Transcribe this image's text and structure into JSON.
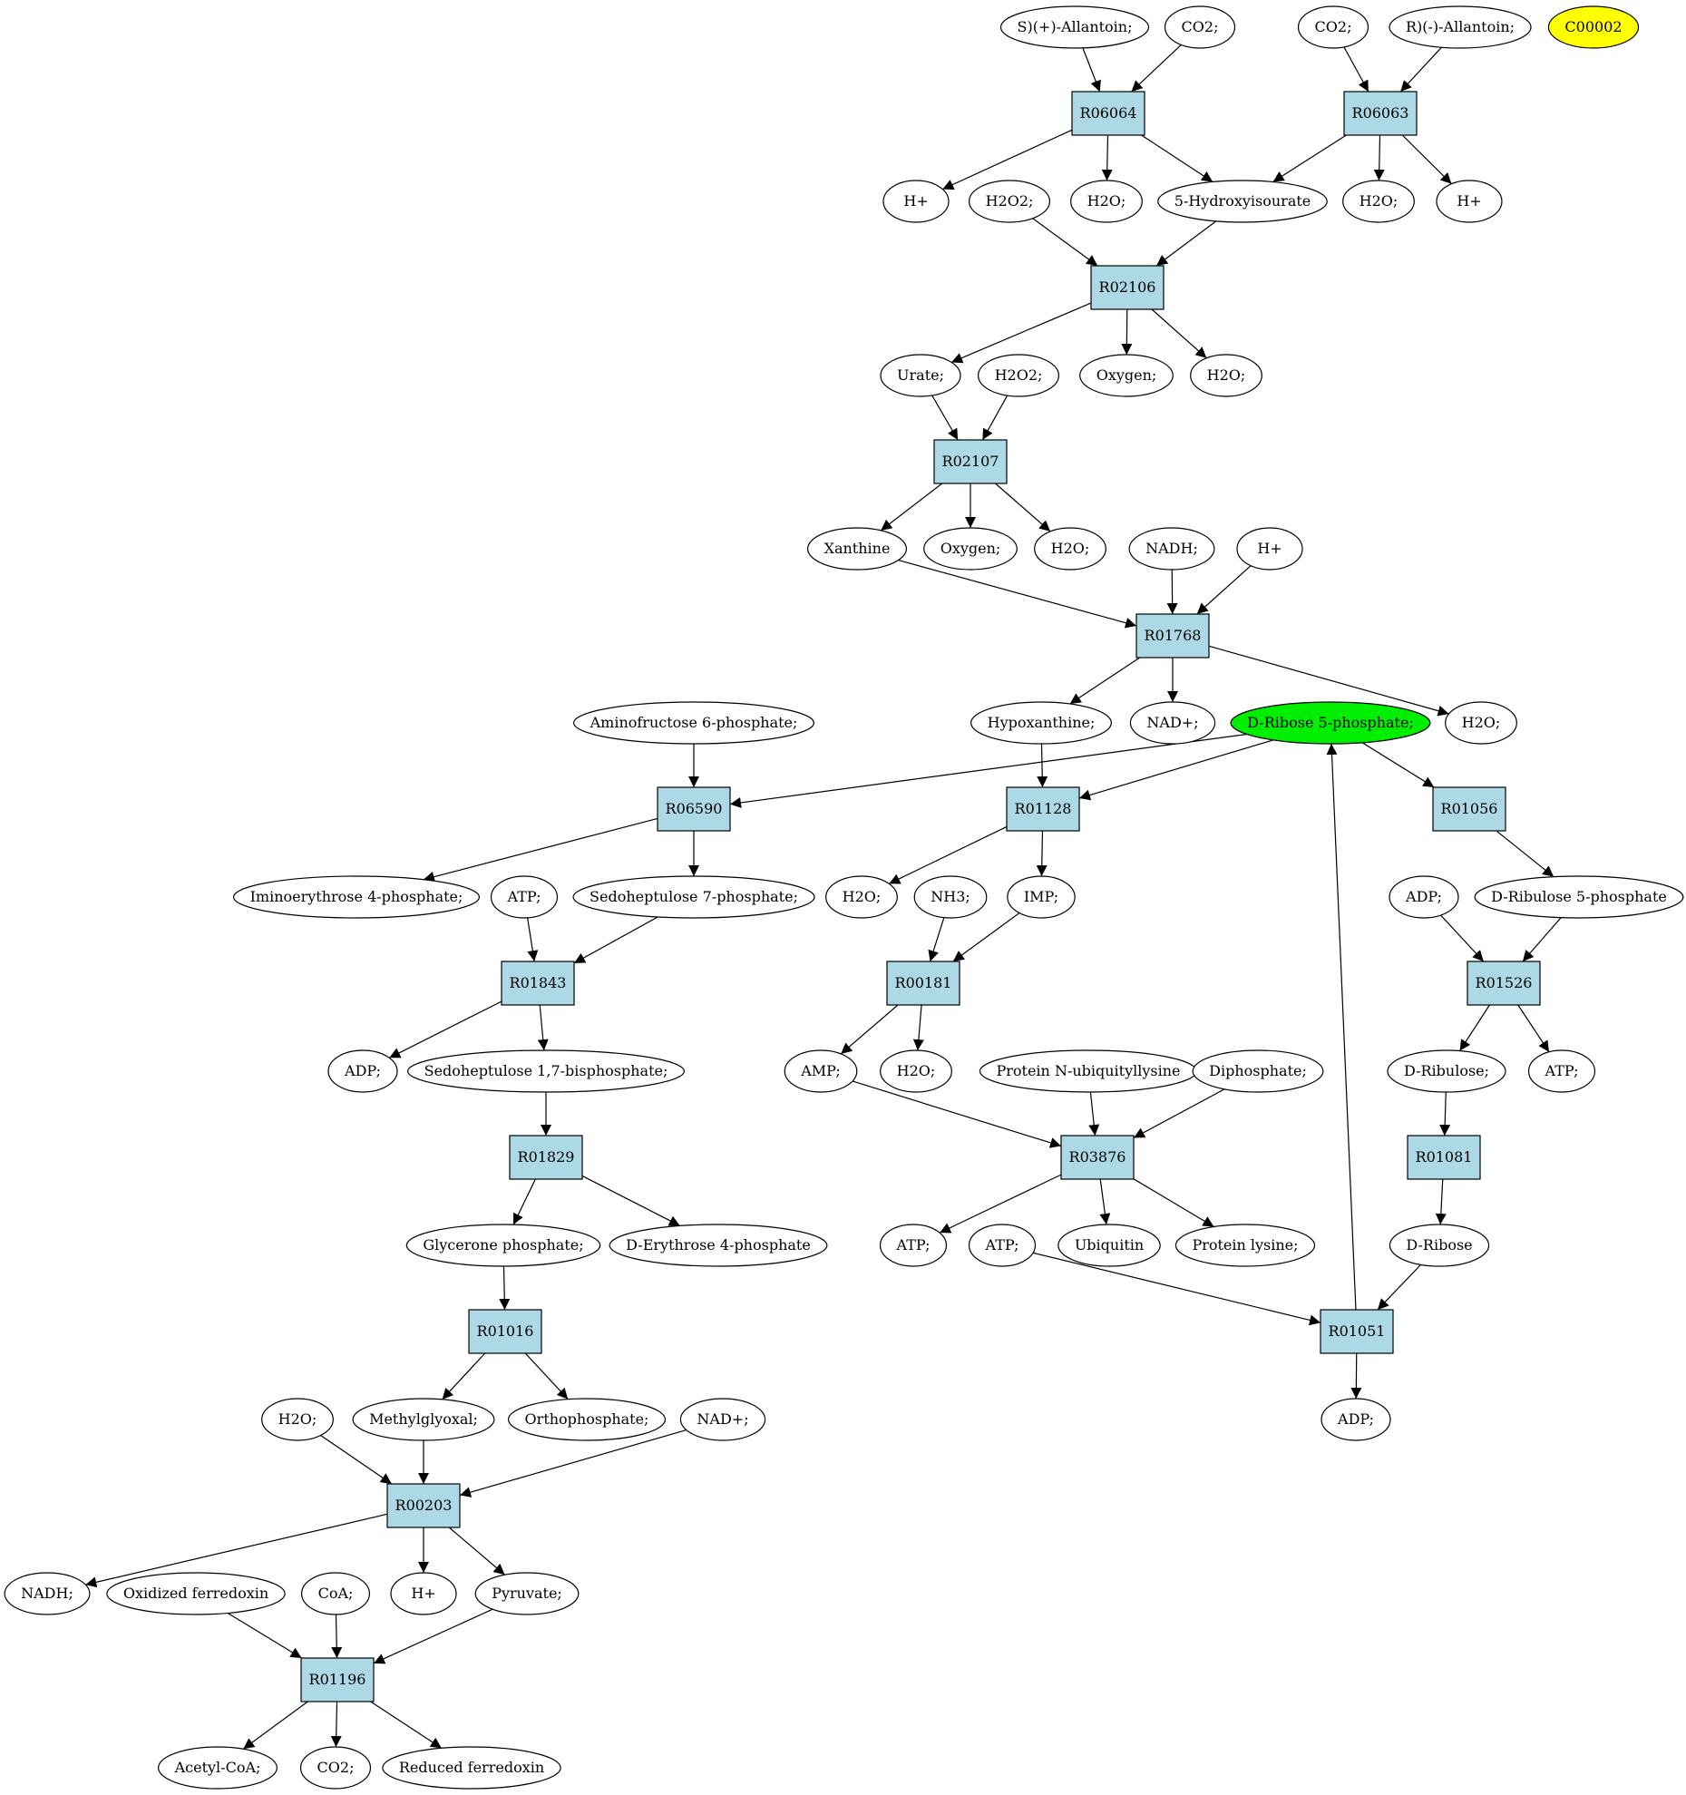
{
  "colors": {
    "reaction": "#add8e6",
    "compound": "#ffffff",
    "highlight_green": "#00ee00",
    "highlight_yellow": "#ffff00"
  },
  "nodes": [
    {
      "id": "s_allantoin",
      "label": "S)(+)-Allantoin;",
      "kind": "compound"
    },
    {
      "id": "co2_a",
      "label": "CO2;",
      "kind": "compound"
    },
    {
      "id": "co2_b",
      "label": "CO2;",
      "kind": "compound"
    },
    {
      "id": "r_allantoin",
      "label": "R)(-)-Allantoin;",
      "kind": "compound"
    },
    {
      "id": "c00002",
      "label": "C00002",
      "kind": "compound",
      "color": "yellow"
    },
    {
      "id": "R06064",
      "label": "R06064",
      "kind": "reaction"
    },
    {
      "id": "R06063",
      "label": "R06063",
      "kind": "reaction"
    },
    {
      "id": "hplus_a",
      "label": "H+",
      "kind": "compound"
    },
    {
      "id": "h2o2_a",
      "label": "H2O2;",
      "kind": "compound"
    },
    {
      "id": "h2o_a",
      "label": "H2O;",
      "kind": "compound"
    },
    {
      "id": "hydroxyisourate",
      "label": "5-Hydroxyisourate",
      "kind": "compound"
    },
    {
      "id": "h2o_b",
      "label": "H2O;",
      "kind": "compound"
    },
    {
      "id": "hplus_b",
      "label": "H+",
      "kind": "compound"
    },
    {
      "id": "R02106",
      "label": "R02106",
      "kind": "reaction"
    },
    {
      "id": "urate",
      "label": "Urate;",
      "kind": "compound"
    },
    {
      "id": "h2o2_b",
      "label": "H2O2;",
      "kind": "compound"
    },
    {
      "id": "oxygen_a",
      "label": "Oxygen;",
      "kind": "compound"
    },
    {
      "id": "h2o_c",
      "label": "H2O;",
      "kind": "compound"
    },
    {
      "id": "R02107",
      "label": "R02107",
      "kind": "reaction"
    },
    {
      "id": "xanthine",
      "label": "Xanthine",
      "kind": "compound"
    },
    {
      "id": "oxygen_b",
      "label": "Oxygen;",
      "kind": "compound"
    },
    {
      "id": "h2o_d",
      "label": "H2O;",
      "kind": "compound"
    },
    {
      "id": "nadh_a",
      "label": "NADH;",
      "kind": "compound"
    },
    {
      "id": "hplus_c",
      "label": "H+",
      "kind": "compound"
    },
    {
      "id": "R01768",
      "label": "R01768",
      "kind": "reaction"
    },
    {
      "id": "aminofructose",
      "label": "Aminofructose 6-phosphate;",
      "kind": "compound"
    },
    {
      "id": "hypoxanthine",
      "label": "Hypoxanthine;",
      "kind": "compound"
    },
    {
      "id": "nadplus_a",
      "label": "NAD+;",
      "kind": "compound"
    },
    {
      "id": "ribose5p",
      "label": "D-Ribose 5-phosphate;",
      "kind": "compound",
      "color": "green"
    },
    {
      "id": "h2o_e",
      "label": "H2O;",
      "kind": "compound"
    },
    {
      "id": "R06590",
      "label": "R06590",
      "kind": "reaction"
    },
    {
      "id": "R01128",
      "label": "R01128",
      "kind": "reaction"
    },
    {
      "id": "R01056",
      "label": "R01056",
      "kind": "reaction"
    },
    {
      "id": "iminoerythrose",
      "label": "Iminoerythrose 4-phosphate;",
      "kind": "compound"
    },
    {
      "id": "atp_a",
      "label": "ATP;",
      "kind": "compound"
    },
    {
      "id": "sedoheptulose7p",
      "label": "Sedoheptulose 7-phosphate;",
      "kind": "compound"
    },
    {
      "id": "h2o_f",
      "label": "H2O;",
      "kind": "compound"
    },
    {
      "id": "nh3",
      "label": "NH3;",
      "kind": "compound"
    },
    {
      "id": "imp",
      "label": "IMP;",
      "kind": "compound"
    },
    {
      "id": "adp_a",
      "label": "ADP;",
      "kind": "compound"
    },
    {
      "id": "ribulose5p",
      "label": "D-Ribulose 5-phosphate",
      "kind": "compound"
    },
    {
      "id": "R01843",
      "label": "R01843",
      "kind": "reaction"
    },
    {
      "id": "R00181",
      "label": "R00181",
      "kind": "reaction"
    },
    {
      "id": "R01526",
      "label": "R01526",
      "kind": "reaction"
    },
    {
      "id": "adp_b",
      "label": "ADP;",
      "kind": "compound"
    },
    {
      "id": "sedoheptulose17bp",
      "label": "Sedoheptulose 1,7-bisphosphate;",
      "kind": "compound"
    },
    {
      "id": "amp",
      "label": "AMP;",
      "kind": "compound"
    },
    {
      "id": "h2o_g",
      "label": "H2O;",
      "kind": "compound"
    },
    {
      "id": "protein_ubiq",
      "label": "Protein N-ubiquityllysine",
      "kind": "compound"
    },
    {
      "id": "diphosphate",
      "label": "Diphosphate;",
      "kind": "compound"
    },
    {
      "id": "ribulose",
      "label": "D-Ribulose;",
      "kind": "compound"
    },
    {
      "id": "atp_b",
      "label": "ATP;",
      "kind": "compound"
    },
    {
      "id": "R01829",
      "label": "R01829",
      "kind": "reaction"
    },
    {
      "id": "R03876",
      "label": "R03876",
      "kind": "reaction"
    },
    {
      "id": "R01081",
      "label": "R01081",
      "kind": "reaction"
    },
    {
      "id": "glycerone",
      "label": "Glycerone phosphate;",
      "kind": "compound"
    },
    {
      "id": "erythrose4p",
      "label": "D-Erythrose 4-phosphate",
      "kind": "compound"
    },
    {
      "id": "atp_c",
      "label": "ATP;",
      "kind": "compound"
    },
    {
      "id": "atp_d",
      "label": "ATP;",
      "kind": "compound"
    },
    {
      "id": "ubiquitin",
      "label": "Ubiquitin",
      "kind": "compound"
    },
    {
      "id": "protein_lysine",
      "label": "Protein lysine;",
      "kind": "compound"
    },
    {
      "id": "ribose",
      "label": "D-Ribose",
      "kind": "compound"
    },
    {
      "id": "R01016",
      "label": "R01016",
      "kind": "reaction"
    },
    {
      "id": "R01051",
      "label": "R01051",
      "kind": "reaction"
    },
    {
      "id": "h2o_h",
      "label": "H2O;",
      "kind": "compound"
    },
    {
      "id": "methylglyoxal",
      "label": "Methylglyoxal;",
      "kind": "compound"
    },
    {
      "id": "orthophosphate",
      "label": "Orthophosphate;",
      "kind": "compound"
    },
    {
      "id": "nadplus_b",
      "label": "NAD+;",
      "kind": "compound"
    },
    {
      "id": "adp_c",
      "label": "ADP;",
      "kind": "compound"
    },
    {
      "id": "R00203",
      "label": "R00203",
      "kind": "reaction"
    },
    {
      "id": "nadh_b",
      "label": "NADH;",
      "kind": "compound"
    },
    {
      "id": "ox_ferredoxin",
      "label": "Oxidized ferredoxin",
      "kind": "compound"
    },
    {
      "id": "coa",
      "label": "CoA;",
      "kind": "compound"
    },
    {
      "id": "hplus_d",
      "label": "H+",
      "kind": "compound"
    },
    {
      "id": "pyruvate",
      "label": "Pyruvate;",
      "kind": "compound"
    },
    {
      "id": "R01196",
      "label": "R01196",
      "kind": "reaction"
    },
    {
      "id": "acetylcoa",
      "label": "Acetyl-CoA;",
      "kind": "compound"
    },
    {
      "id": "co2_c",
      "label": "CO2;",
      "kind": "compound"
    },
    {
      "id": "red_ferredoxin",
      "label": "Reduced ferredoxin",
      "kind": "compound"
    }
  ],
  "edges": [
    [
      "s_allantoin",
      "R06064"
    ],
    [
      "co2_a",
      "R06064"
    ],
    [
      "co2_b",
      "R06063"
    ],
    [
      "r_allantoin",
      "R06063"
    ],
    [
      "R06064",
      "hplus_a"
    ],
    [
      "R06064",
      "h2o_a"
    ],
    [
      "R06064",
      "hydroxyisourate"
    ],
    [
      "R06063",
      "hydroxyisourate"
    ],
    [
      "R06063",
      "h2o_b"
    ],
    [
      "R06063",
      "hplus_b"
    ],
    [
      "h2o2_a",
      "R02106"
    ],
    [
      "hydroxyisourate",
      "R02106"
    ],
    [
      "R02106",
      "urate"
    ],
    [
      "R02106",
      "oxygen_a"
    ],
    [
      "R02106",
      "h2o_c"
    ],
    [
      "urate",
      "R02107"
    ],
    [
      "h2o2_b",
      "R02107"
    ],
    [
      "R02107",
      "xanthine"
    ],
    [
      "R02107",
      "oxygen_b"
    ],
    [
      "R02107",
      "h2o_d"
    ],
    [
      "xanthine",
      "R01768"
    ],
    [
      "nadh_a",
      "R01768"
    ],
    [
      "hplus_c",
      "R01768"
    ],
    [
      "R01768",
      "hypoxanthine"
    ],
    [
      "R01768",
      "nadplus_a"
    ],
    [
      "R01768",
      "h2o_e"
    ],
    [
      "aminofructose",
      "R06590"
    ],
    [
      "ribose5p",
      "R06590"
    ],
    [
      "hypoxanthine",
      "R01128"
    ],
    [
      "ribose5p",
      "R01128"
    ],
    [
      "ribose5p",
      "R01056"
    ],
    [
      "R06590",
      "iminoerythrose"
    ],
    [
      "R06590",
      "sedoheptulose7p"
    ],
    [
      "R01128",
      "h2o_f"
    ],
    [
      "R01128",
      "imp"
    ],
    [
      "R01056",
      "ribulose5p"
    ],
    [
      "atp_a",
      "R01843"
    ],
    [
      "sedoheptulose7p",
      "R01843"
    ],
    [
      "nh3",
      "R00181"
    ],
    [
      "imp",
      "R00181"
    ],
    [
      "adp_a",
      "R01526"
    ],
    [
      "ribulose5p",
      "R01526"
    ],
    [
      "R01843",
      "adp_b"
    ],
    [
      "R01843",
      "sedoheptulose17bp"
    ],
    [
      "R00181",
      "amp"
    ],
    [
      "R00181",
      "h2o_g"
    ],
    [
      "R01526",
      "ribulose"
    ],
    [
      "R01526",
      "atp_b"
    ],
    [
      "sedoheptulose17bp",
      "R01829"
    ],
    [
      "amp",
      "R03876"
    ],
    [
      "protein_ubiq",
      "R03876"
    ],
    [
      "diphosphate",
      "R03876"
    ],
    [
      "ribulose",
      "R01081"
    ],
    [
      "R01829",
      "glycerone"
    ],
    [
      "R01829",
      "erythrose4p"
    ],
    [
      "R03876",
      "atp_c"
    ],
    [
      "R03876",
      "ubiquitin"
    ],
    [
      "R03876",
      "protein_lysine"
    ],
    [
      "R01081",
      "ribose"
    ],
    [
      "glycerone",
      "R01016"
    ],
    [
      "atp_d",
      "R01051"
    ],
    [
      "ribose",
      "R01051"
    ],
    [
      "R01051",
      "ribose5p"
    ],
    [
      "R01051",
      "adp_c"
    ],
    [
      "R01016",
      "methylglyoxal"
    ],
    [
      "R01016",
      "orthophosphate"
    ],
    [
      "h2o_h",
      "R00203"
    ],
    [
      "methylglyoxal",
      "R00203"
    ],
    [
      "nadplus_b",
      "R00203"
    ],
    [
      "R00203",
      "nadh_b"
    ],
    [
      "R00203",
      "hplus_d"
    ],
    [
      "R00203",
      "pyruvate"
    ],
    [
      "ox_ferredoxin",
      "R01196"
    ],
    [
      "coa",
      "R01196"
    ],
    [
      "pyruvate",
      "R01196"
    ],
    [
      "R01196",
      "acetylcoa"
    ],
    [
      "R01196",
      "co2_c"
    ],
    [
      "R01196",
      "red_ferredoxin"
    ]
  ]
}
